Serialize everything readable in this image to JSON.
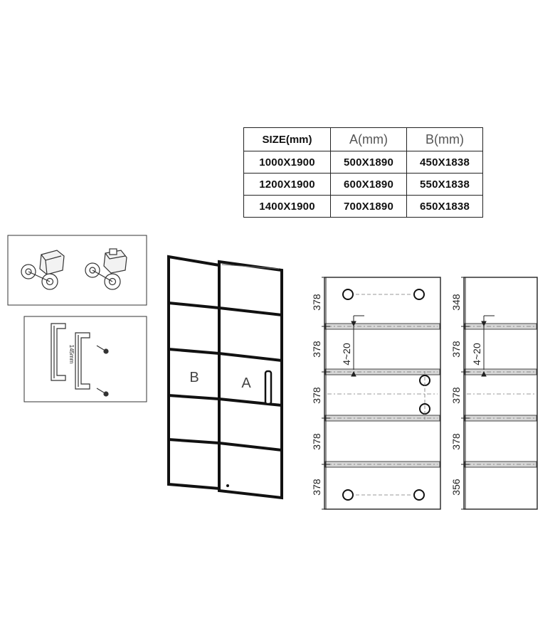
{
  "size_table": {
    "headers": [
      "SIZE(mm)",
      "A(mm)",
      "B(mm)"
    ],
    "rows": [
      [
        "1000X1900",
        "500X1890",
        "450X1838"
      ],
      [
        "1200X1900",
        "600X1890",
        "550X1838"
      ],
      [
        "1400X1900",
        "700X1890",
        "650X1838"
      ]
    ]
  },
  "door": {
    "panel_b": "B",
    "panel_a": "A"
  },
  "handle": {
    "length_label": "145mm"
  },
  "panel_a_spacings": [
    "378",
    "378",
    "378",
    "378",
    "378"
  ],
  "panel_b_spacings": [
    "348",
    "378",
    "378",
    "378",
    "356"
  ],
  "tolerance_label": "4~20",
  "colors": {
    "line": "#111111",
    "bar_fill": "#d6d6d6",
    "frame": "#111111"
  }
}
